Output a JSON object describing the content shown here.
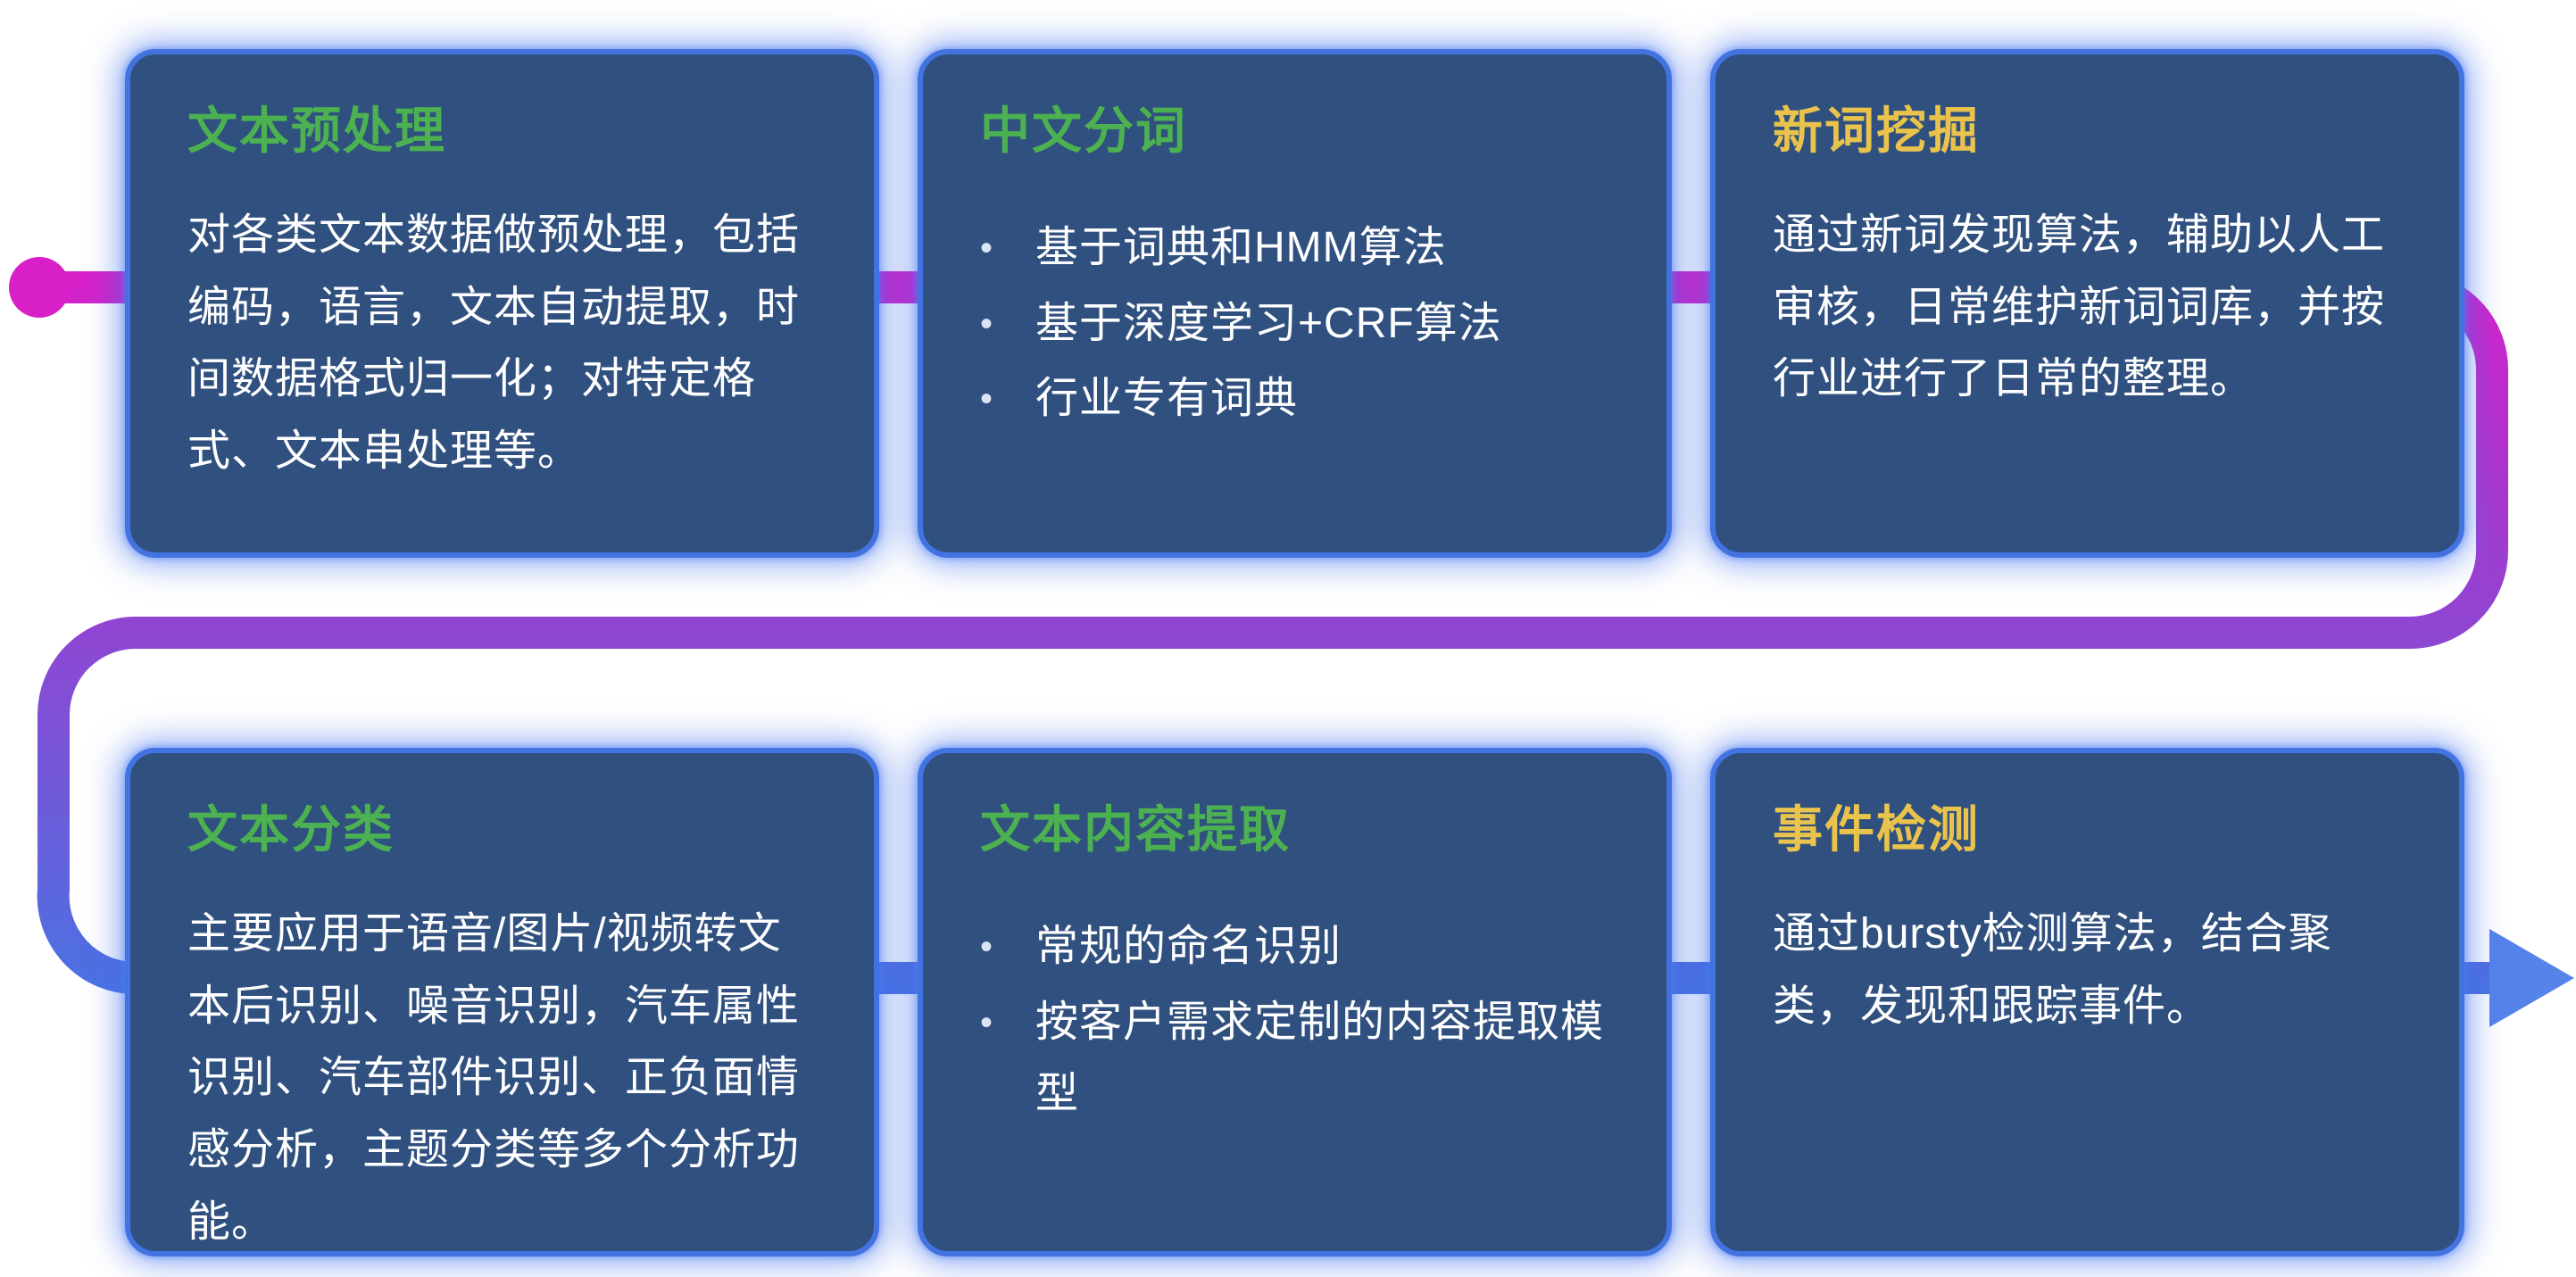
{
  "page": {
    "background": "#ffffff"
  },
  "flow": {
    "start_dot_color": "#d81fc8",
    "gradient": [
      "#d81fc8",
      "#8f46d2",
      "#4a72e2"
    ],
    "arrow_color": "#5583ea",
    "line_width": 36
  },
  "card_style": {
    "background": "#30507f",
    "border": "#4273e0",
    "body_text_color": "#ffffff",
    "green_title": "#4cb151",
    "yellow_title": "#e9c34c"
  },
  "cards": [
    {
      "title": "文本预处理",
      "title_color": "#4cb151",
      "body": "对各类文本数据做预处理，包括编码，语言，文本自动提取，时间数据格式归一化；对特定格式、文本串处理等。"
    },
    {
      "title": "中文分词",
      "title_color": "#4cb151",
      "bullets": [
        "基于词典和HMM算法",
        "基于深度学习+CRF算法",
        "行业专有词典"
      ]
    },
    {
      "title": "新词挖掘",
      "title_color": "#e9c34c",
      "body": "通过新词发现算法，辅助以人工审核，日常维护新词词库，并按行业进行了日常的整理。"
    },
    {
      "title": "文本分类",
      "title_color": "#4cb151",
      "body": "主要应用于语音/图片/视频转文本后识别、噪音识别，汽车属性识别、汽车部件识别、正负面情感分析，主题分类等多个分析功能。"
    },
    {
      "title": "文本内容提取",
      "title_color": "#4cb151",
      "bullets": [
        "常规的命名识别",
        "按客户需求定制的内容提取模型"
      ]
    },
    {
      "title": "事件检测",
      "title_color": "#e9c34c",
      "body": "通过bursty检测算法，结合聚类，发现和跟踪事件。"
    }
  ]
}
